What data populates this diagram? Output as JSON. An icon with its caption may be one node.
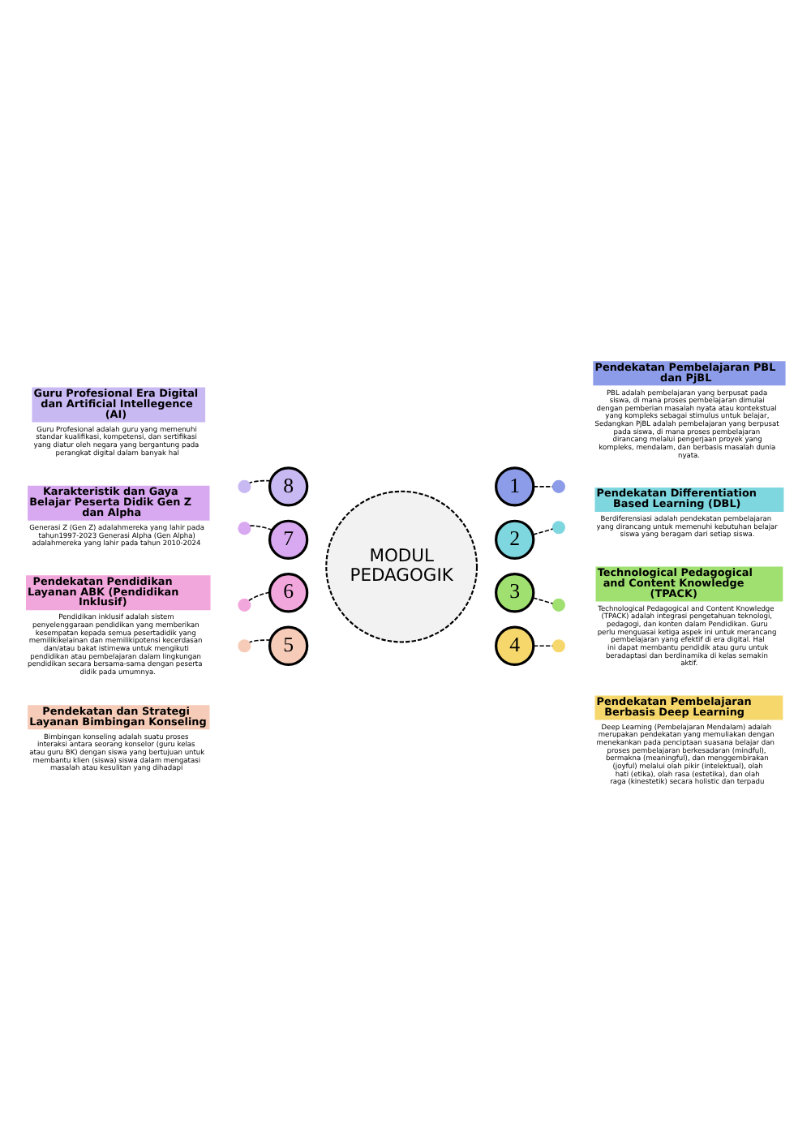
{
  "diagram": {
    "nodes": [
      {
        "text": [
          "MODUL PEDAGOGIK"
        ]
      },
      {
        "text": [
          "1"
        ]
      },
      {
        "text": [],
        "shape": "circle"
      },
      {
        "text": [
          "Pendekatan Pembelajaran PBL dan PjBL",
          "PBL adalah pembelajaran yang berpusat pada siswa, di mana proses pembelajaran dimulai dengan pemberian masalah nyata atau kontekstual yang kompleks sebagai stimulus untuk belajar, Sedangkan PjBL adalah pembelajaran yang berpusat pada siswa, di mana proses pembelajaran dirancang melalui pengerjaan proyek yang kompleks, mendalam, dan berbasis masalah dunia nyata."
        ]
      },
      {
        "text": [
          "2"
        ]
      },
      {
        "text": [],
        "shape": "circle"
      },
      {
        "text": [
          "Pendekatan Differentiation Based Learning (DBL)",
          "Berdiferensiasi adalah pendekatan pembelajaran yang dirancang untuk memenuhi kebutuhan belajar siswa yang beragam dari setiap siswa."
        ]
      },
      {
        "text": [
          "3"
        ]
      },
      {
        "text": [],
        "shape": "circle"
      },
      {
        "text": [
          "Technological Pedagogical and Content Knowledge (TPACK)",
          "Technological Pedagogical and Content Knowledge (TPACK) adalah integrasi pengetahuan teknologi, pedagogi, dan konten dalam Pendidikan. Guru perlu menguasai ketiga aspek ini untuk merancang pembelajaran yang efektif di era digital. Hal ini dapat membantu pendidik atau guru untuk beradaptasi dan berdinamika di kelas semakin aktif."
        ]
      },
      {
        "text": [
          "4"
        ]
      },
      {
        "text": [],
        "shape": "circle"
      },
      {
        "text": [
          "Pendekatan Pembelajaran Berbasis Deep Learning",
          "Deep Learning (Pembelajaran Mendalam) adalah merupakan pendekatan yang memuliakan dengan menekankan pada penciptaan suasana belajar dan proses pembelajaran berkesadaran (mindful), bermakna (meaningful), dan menggembirakan (joyful) melalui olah pikir (intelektual), olah hati (etika), olah rasa (estetika), dan olah raga (kinestetik) secara holistic dan terpadu"
        ]
      },
      {
        "text": [
          "5"
        ]
      },
      {
        "text": [],
        "shape": "circle"
      },
      {
        "text": [
          "Pendekatan dan Strategi Layanan Bimbingan Konseling",
          "Bimbingan konseling adalah suatu proses interaksi antara seorang konselor (guru kelas atau guru BK) dengan siswa yang bertujuan untuk membantu klien (siswa) siswa dalam mengatasi masalah atau kesulitan yang dihadapi"
        ]
      },
      {
        "text": [
          "6"
        ]
      },
      {
        "text": [],
        "shape": "circle"
      },
      {
        "text": [
          "Pendekatan Pendidikan Layanan ABK (Pendidikan Inklusif)",
          "Pendidikan inklusif adalah sistem penyelenggaraan pendidikan yang memberikan kesempatan kepada semua pesertadidik yang memilikikelainan dan memilikipotensi kecerdasan dan/atau bakat istimewa untuk mengikuti pendidikan atau pembelajaran dalam lingkungan pendidikan secara bersama-sama dengan peserta didik pada umumnya."
        ]
      },
      {
        "text": [
          "7"
        ]
      },
      {
        "text": [],
        "shape": "circle"
      },
      {
        "text": [
          "Karakteristik dan Gaya Belajar Peserta Didik Gen Z dan Alpha",
          "Generasi Z (Gen Z) adalahmereka yang lahir pada tahun1997-2023 Generasi Alpha (Gen Alpha) adalahmereka yang lahir pada tahun 2010-2024"
        ]
      },
      {
        "text": [
          "8"
        ]
      },
      {
        "text": [],
        "shape": "circle"
      },
      {
        "text": [
          "Guru Profesional Era Digital dan Artificial Intellegence (AI)",
          "Guru Profesional adalah guru yang memenuhi standar kualifikasi, kompetensi, dan sertifikasi yang diatur oleh negara yang bergantung pada perangkat digital dalam banyak hal"
        ]
      }
    ],
    "edges": [
      {
        "from": 1,
        "to": 2,
        "arrow": "none",
        "style": "dashed"
      },
      {
        "from": 4,
        "to": 5,
        "arrow": "none",
        "style": "dashed"
      },
      {
        "from": 7,
        "to": 8,
        "arrow": "none",
        "style": "dashed"
      },
      {
        "from": 10,
        "to": 11,
        "arrow": "none",
        "style": "dashed"
      },
      {
        "from": 13,
        "to": 14,
        "arrow": "none",
        "style": "dashed"
      },
      {
        "from": 16,
        "to": 17,
        "arrow": "none",
        "style": "dashed"
      },
      {
        "from": 19,
        "to": 20,
        "arrow": "none",
        "style": "dashed"
      },
      {
        "from": 22,
        "to": 23,
        "arrow": "none",
        "style": "dashed"
      }
    ]
  }
}
